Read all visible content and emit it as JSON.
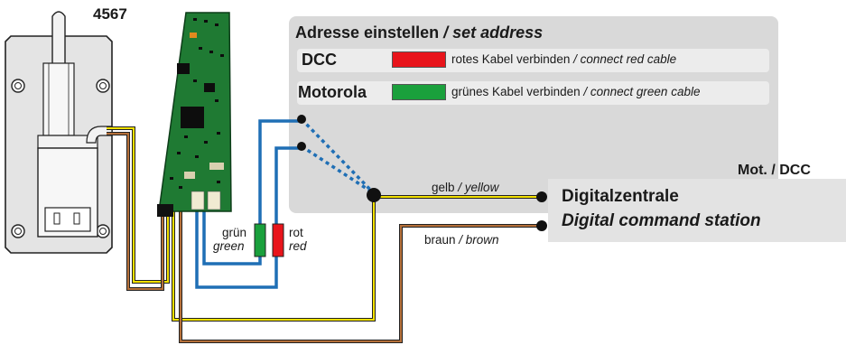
{
  "product_number": "4567",
  "panel": {
    "title_de": "Adresse einstellen",
    "title_en": "/ set address",
    "dcc": {
      "label": "DCC",
      "text_de": "rotes Kabel verbinden",
      "text_en": "/ connect red cable",
      "color": "#e8141b"
    },
    "motorola": {
      "label": "Motorola",
      "text_de": "grünes Kabel verbinden",
      "text_en": "/ connect green cable",
      "color": "#1aa03c"
    }
  },
  "cables": {
    "green_de": "grün",
    "green_en": "green",
    "red_de": "rot",
    "red_en": "red",
    "yellow_de": "gelb",
    "yellow_en": "/ yellow",
    "brown_de": "braun",
    "brown_en": "/ brown"
  },
  "station": {
    "mode": "Mot. / DCC",
    "name_de": "Digitalzentrale",
    "name_en": "Digital command station"
  },
  "colors": {
    "yellow_wire": "#f2e000",
    "brown_wire": "#b5703a",
    "blue_wire": "#1f6fb5",
    "pcb_green": "#1f7a33",
    "panel_gray": "#d9d9d9"
  },
  "icons": [
    "turnout-motor-drawing",
    "decoder-circuit-board",
    "connection-dot"
  ]
}
